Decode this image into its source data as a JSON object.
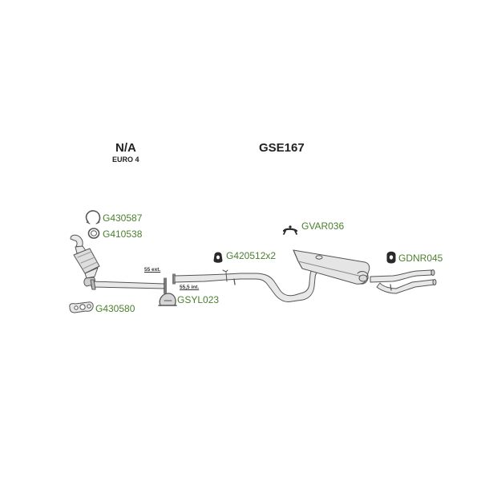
{
  "diagram": {
    "left_header": {
      "title": "N/A",
      "subtitle": "EURO 4"
    },
    "right_header": {
      "title": "GSE167"
    },
    "part_codes": {
      "clamp_a": "G430587",
      "ring_gasket": "G410538",
      "flange_gasket": "G430580",
      "mount_a": "G420512x2",
      "band_clamp": "GSYL023",
      "hanger_bracket": "GVAR036",
      "rear_mount": "GDNR045"
    },
    "dimensions": {
      "ext": "55 ext.",
      "int": "55,5 int."
    }
  },
  "colors": {
    "code_text": "#4a7f2e",
    "line": "#555555",
    "fill": "#e6e6e6",
    "dark": "#2a2a2a"
  }
}
